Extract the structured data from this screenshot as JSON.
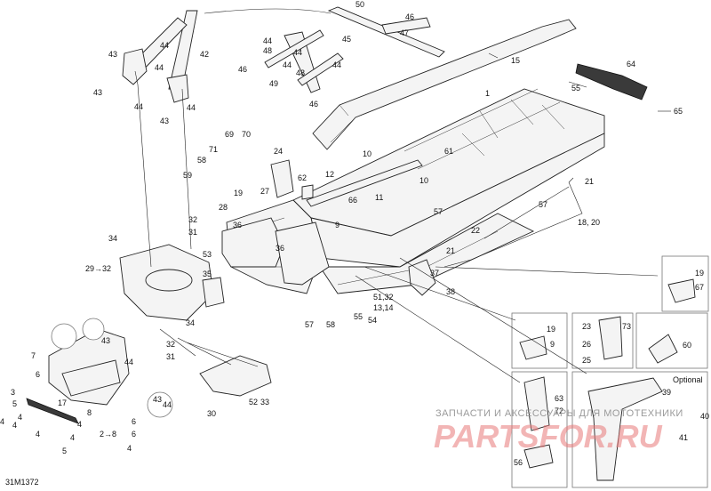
{
  "diagram_id": "31M1372",
  "optional_label": "Optional",
  "watermark": {
    "line1": "ЗАПЧАСТИ И АКСЕССУАРЫ ДЛЯ МОТОТЕХНИКИ",
    "line2": "PARTSFOR.RU"
  },
  "callouts": {
    "c1": "1",
    "c2": "2",
    "c3": "3",
    "c4": "4",
    "c5": "5",
    "c6": "6",
    "c7": "7",
    "c8": "8",
    "c9": "9",
    "c10": "10",
    "c11": "11",
    "c12": "12",
    "c13_14": "13,14",
    "c15": "15",
    "c17": "17",
    "c18_20": "18, 20",
    "c19": "19",
    "c21": "21",
    "c22": "22",
    "c23": "23",
    "c24": "24",
    "c25": "25",
    "c26": "26",
    "c27": "27",
    "c28": "28",
    "c29_32": "29→32",
    "c2_8": "2→8",
    "c30": "30",
    "c31": "31",
    "c32": "32",
    "c33": "33",
    "c34": "34",
    "c35": "35",
    "c36": "36",
    "c37": "37",
    "c38": "38",
    "c39": "39",
    "c40": "40",
    "c41": "41",
    "c42": "42",
    "c43": "43",
    "c44": "44",
    "c45": "45",
    "c46": "46",
    "c47": "47",
    "c48": "48",
    "c49": "49",
    "c50": "50",
    "c51_32": "51,32",
    "c52": "52",
    "c53": "53",
    "c54": "54",
    "c55": "55",
    "c56": "56",
    "c57": "57",
    "c58": "58",
    "c59": "59",
    "c60": "60",
    "c61": "61",
    "c62": "62",
    "c63": "63",
    "c64": "64",
    "c65": "65",
    "c66": "66",
    "c67": "67",
    "c69": "69",
    "c70": "70",
    "c71": "71",
    "c72": "72",
    "c73": "73"
  }
}
